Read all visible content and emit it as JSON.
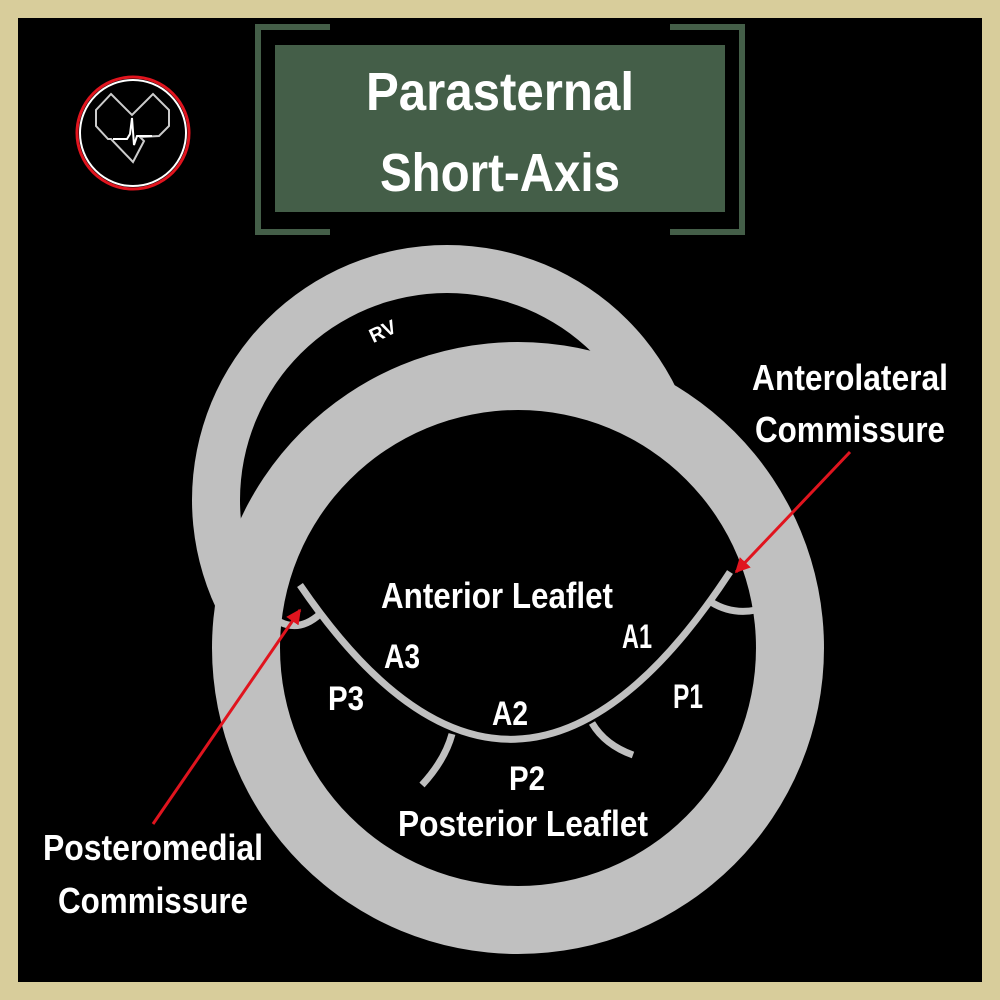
{
  "title": {
    "line1": "Parasternal",
    "line2": "Short-Axis"
  },
  "labels": {
    "rv": "RV",
    "anterior_leaflet": "Anterior Leaflet",
    "posterior_leaflet": "Posterior Leaflet",
    "a1": "A1",
    "a2": "A2",
    "a3": "A3",
    "p1": "P1",
    "p2": "P2",
    "p3": "P3",
    "anterolateral_line1": "Anterolateral",
    "anterolateral_line2": "Commissure",
    "posteromedial_line1": "Posteromedial",
    "posteromedial_line2": "Commissure"
  },
  "colors": {
    "border": "#d8cd9b",
    "background": "#000000",
    "title_box": "#445e48",
    "structure": "#c0c0c0",
    "arrow": "#e0141e",
    "logo_ring": "#e0141e"
  }
}
